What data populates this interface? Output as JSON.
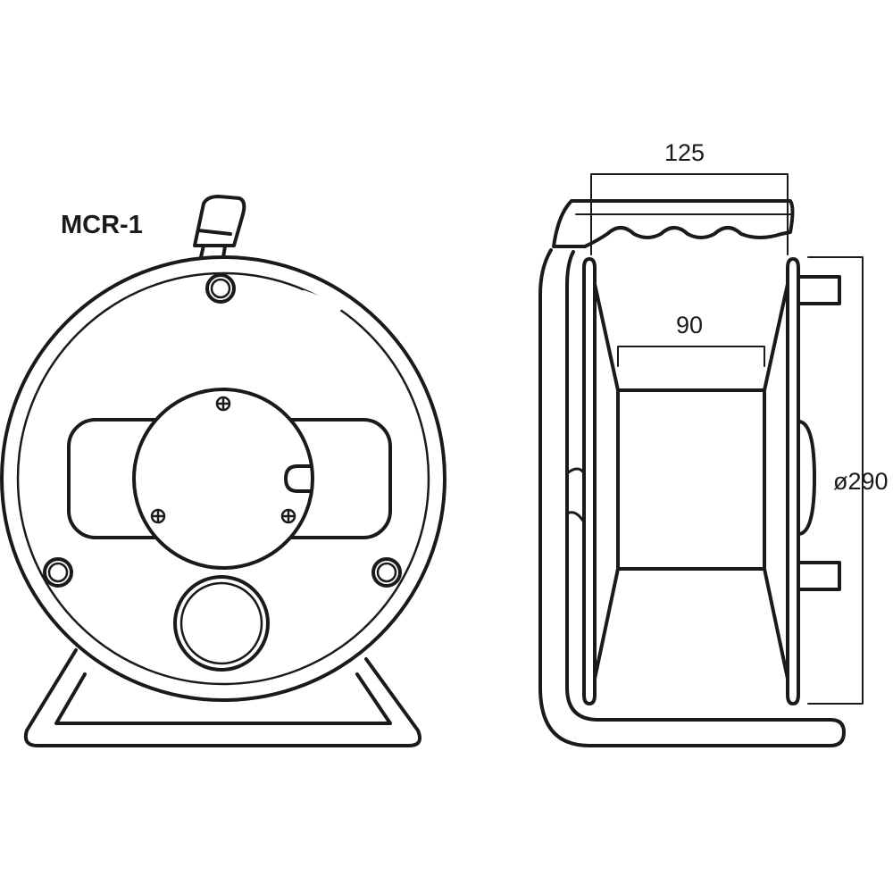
{
  "model_label": "MCR-1",
  "dimensions": {
    "width_outer": "125",
    "width_inner": "90",
    "diameter": "ø290"
  },
  "colors": {
    "line": "#1a1a1a",
    "background": "#ffffff"
  }
}
